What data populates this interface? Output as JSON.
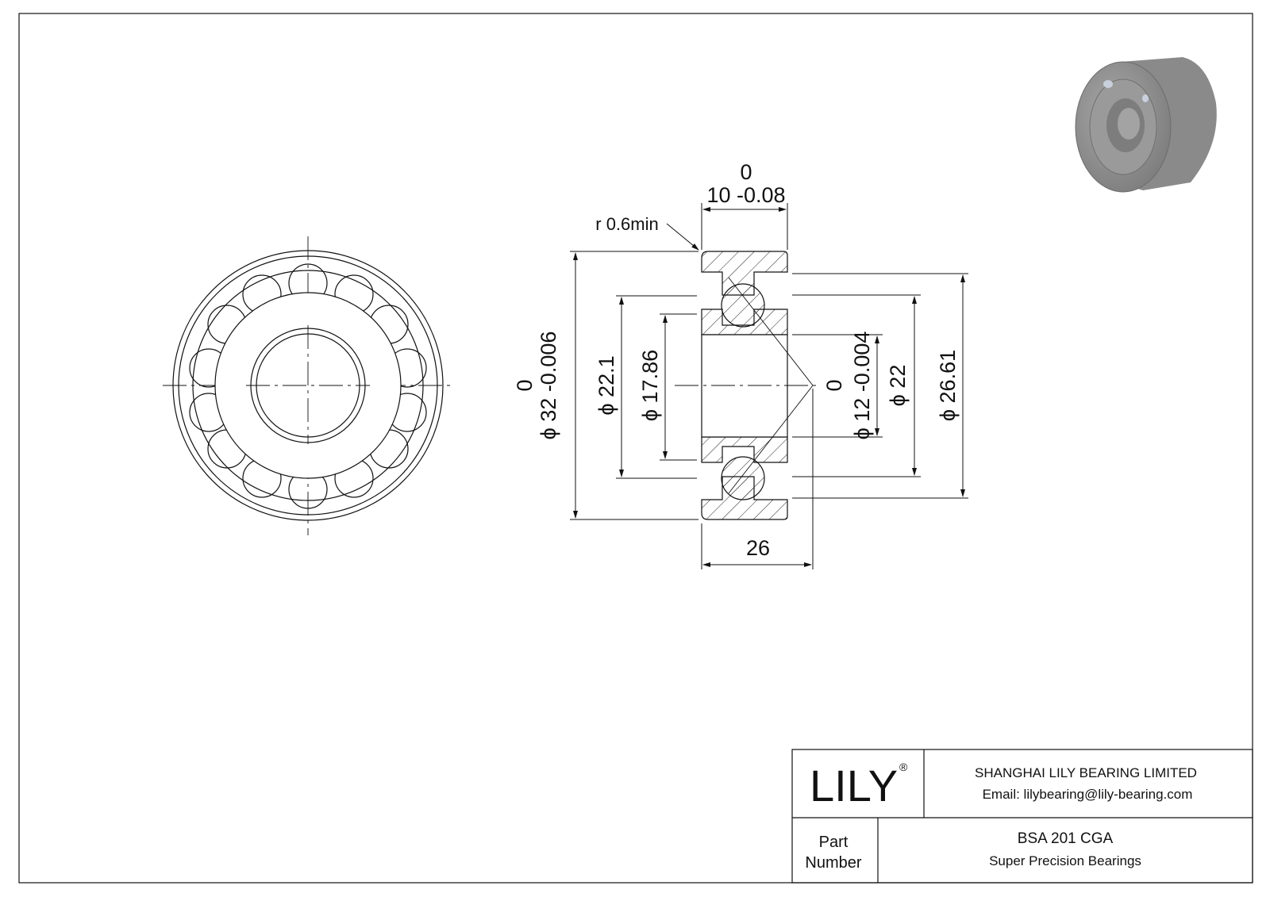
{
  "dimensions": {
    "width_upper_tol": "0",
    "width_nominal": "10 -0.08",
    "fillet": "r 0.6min",
    "outer_upper_tol": "0",
    "outer_nominal": "32 -0.006",
    "d221": "22.1",
    "d1786": "17.86",
    "bore_upper_tol": "0",
    "bore_nominal": "12 -0.004",
    "d22": "22",
    "d2661": "26.61",
    "offset": "26",
    "phi": "ϕ"
  },
  "title_block": {
    "logo": "LILY",
    "registered": "®",
    "company": "SHANGHAI LILY BEARING LIMITED",
    "email": "Email: lilybearing@lily-bearing.com",
    "part_label_1": "Part",
    "part_label_2": "Number",
    "part_number": "BSA 201 CGA",
    "description": "Super Precision Bearings"
  },
  "colors": {
    "line": "#111111",
    "render_gray": "#8a8a8a"
  }
}
